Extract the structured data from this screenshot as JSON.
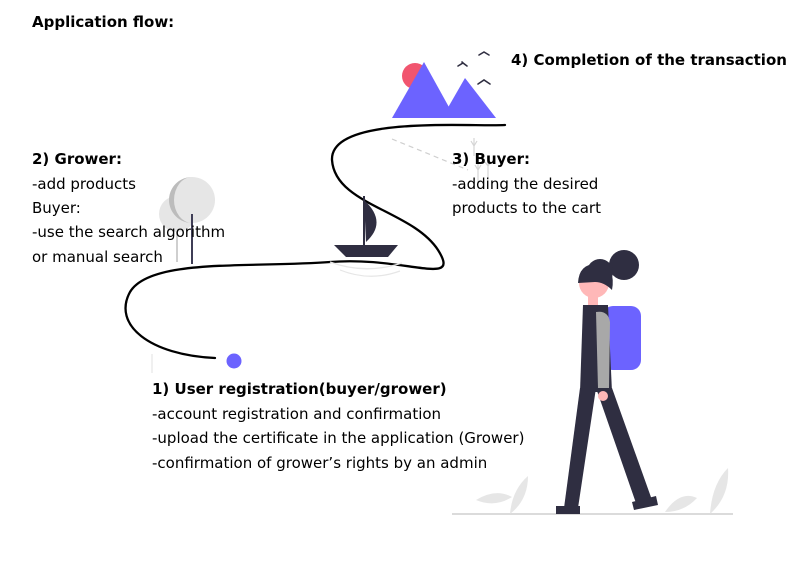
{
  "title": "Application flow:",
  "steps": {
    "step1": {
      "heading": "1) User registration(buyer/grower)",
      "lines": [
        "-account registration and confirmation",
        "-upload the certificate in the application (Grower)",
        "-confirmation of grower’s rights by an admin"
      ]
    },
    "step2": {
      "heading": "2) Grower:",
      "lines": [
        "-add products",
        "Buyer:",
        "-use the search algorithm",
        "or manual search"
      ]
    },
    "step3": {
      "heading": "3) Buyer:",
      "lines": [
        "-adding the desired",
        "products to the cart"
      ]
    },
    "step4": {
      "heading": "4) Completion of the transaction"
    }
  },
  "colors": {
    "accent": "#6c63ff",
    "sun": "#f1556f",
    "dark": "#2f2e41",
    "skin": "#ffb8b8",
    "sleeve": "#a8a8a8",
    "light_gray": "#e6e6e6",
    "mid_gray": "#cfcfcf"
  }
}
